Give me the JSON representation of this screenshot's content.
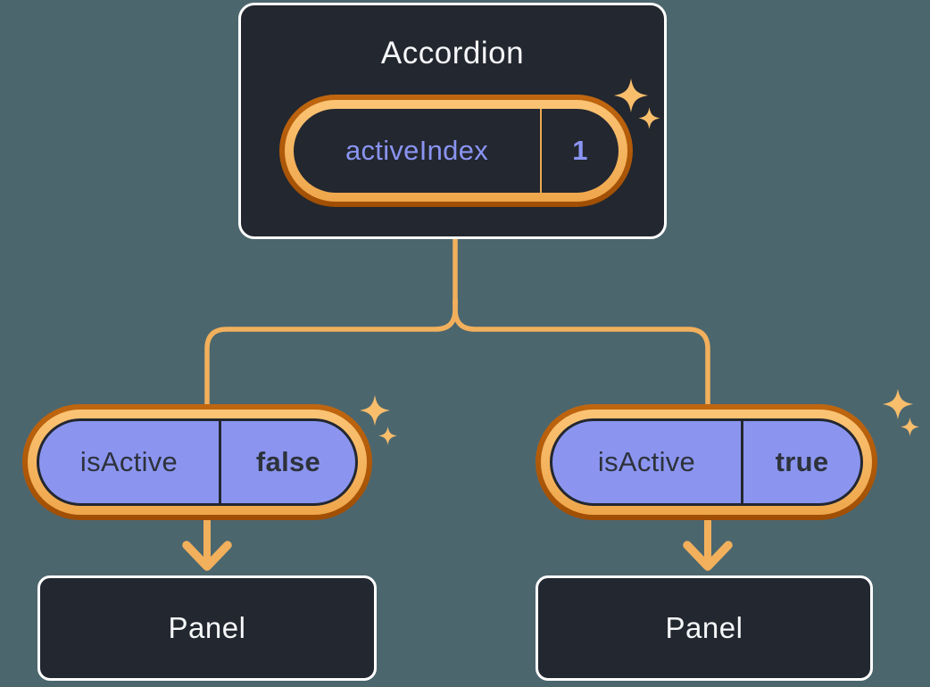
{
  "accordion": {
    "title": "Accordion",
    "state_pill": {
      "label": "activeIndex",
      "value": "1"
    }
  },
  "branches": [
    {
      "prop_pill": {
        "label": "isActive",
        "value": "false"
      },
      "panel_label": "Panel"
    },
    {
      "prop_pill": {
        "label": "isActive",
        "value": "true"
      },
      "panel_label": "Panel"
    }
  ],
  "icons": {
    "sparkle": "sparkle-icon"
  },
  "colors": {
    "canvas_background": "#4C666E",
    "node_background": "#23272F",
    "node_border": "#FFFFFF",
    "node_text": "#F6F7F9",
    "state_text_purple": "#8A94F2",
    "prop_fill_purple": "#8B95F0",
    "prop_text_dark": "#2D323B",
    "ring_orange_dark": "#A95806",
    "ring_orange_light": "#F5B863",
    "connector_orange": "#F2B05C",
    "sparkle_orange": "#F8BE6B"
  }
}
